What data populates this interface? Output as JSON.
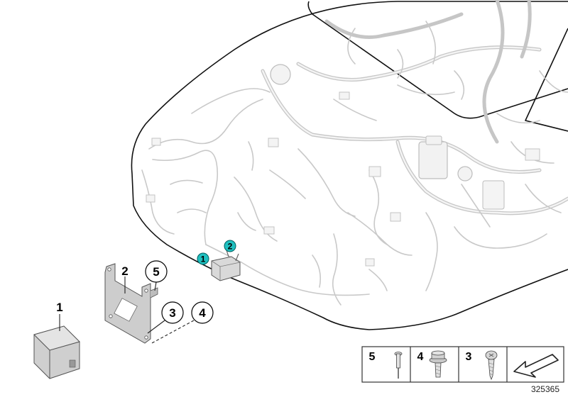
{
  "diagram": {
    "document_number": "325365",
    "callouts": [
      {
        "number": "1",
        "style": "plain",
        "part": "control-unit"
      },
      {
        "number": "2",
        "style": "plain",
        "part": "bracket"
      },
      {
        "number": "3",
        "style": "circled",
        "part": "screw"
      },
      {
        "number": "4",
        "style": "circled",
        "part": "flange-nut"
      },
      {
        "number": "5",
        "style": "circled",
        "part": "pin-rivet"
      }
    ],
    "location_markers": [
      {
        "number": "1",
        "color": "#1fc0c0"
      },
      {
        "number": "2",
        "color": "#1fc0c0"
      }
    ],
    "legend": [
      {
        "number": "5",
        "icon": "pin-rivet-icon"
      },
      {
        "number": "4",
        "icon": "flange-nut-icon"
      },
      {
        "number": "3",
        "icon": "screw-icon"
      },
      {
        "number": "",
        "icon": "direction-arrow-icon"
      }
    ]
  }
}
